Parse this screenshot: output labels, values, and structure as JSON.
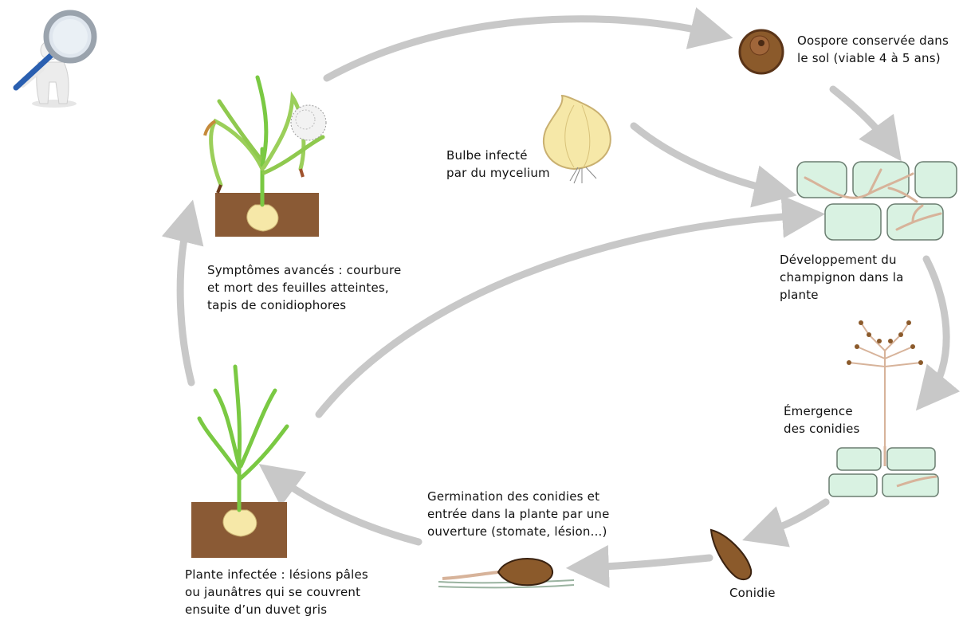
{
  "diagram": {
    "labels": {
      "oospore": "Oospore conservée dans\nle sol (viable 4 à 5 ans)",
      "bulb": "Bulbe infecté\npar du mycelium",
      "symptoms": "Symptômes avancés : courbure\net mort des feuilles atteintes,\ntapis de conidiophores",
      "development": "Développement du\nchampignon dans la\nplante",
      "emergence": "Émergence\ndes conidies",
      "germination": "Germination des conidies et\nentrée dans la plante par une\nouverture (stomate, lésion...)",
      "conidie": "Conidie",
      "infected_plant": "Plante infectée : lésions pâles\nou jaunâtres qui se couvrent\nensuite d’un duvet gris"
    },
    "colors": {
      "arrow": "#c8c8c8",
      "soil": "#8a5a35",
      "leaf": "#7ac943",
      "bulb": "#f6e8a8",
      "cell": "#d9f2e2",
      "spore": "#8b5a2b",
      "hypha": "#d7b39a"
    }
  }
}
